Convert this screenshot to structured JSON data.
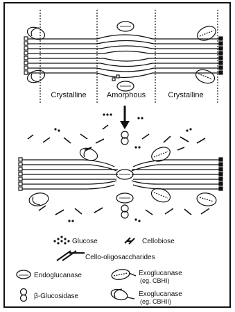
{
  "regions": {
    "left": "Crystalline",
    "middle": "Amorphous",
    "right": "Crystalline"
  },
  "legend": {
    "glucose": "Glucose",
    "cellobiose": "Cellobiose",
    "cello_oligosaccharides": "Cello-oligosaccharides",
    "endoglucanase": "Endoglucanase",
    "exoglucanase_1_line1": "Exoglucanase",
    "exoglucanase_1_line2": "(eg. CBHI)",
    "beta_glucosidase": "β-Glucosidase",
    "exoglucanase_2_line1": "Exoglucanase",
    "exoglucanase_2_line2": "(eg. CBHII)"
  },
  "colors": {
    "ink": "#111111",
    "background": "#ffffff"
  }
}
